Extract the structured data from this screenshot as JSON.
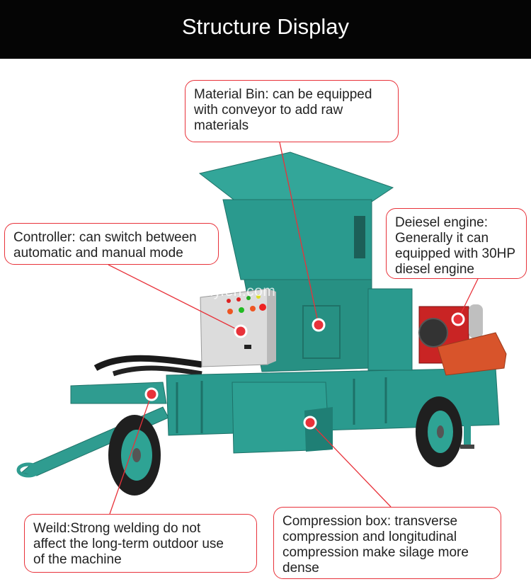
{
  "banner": {
    "title": "Structure Display"
  },
  "watermark": "shuliy.en.com",
  "callouts": {
    "material_bin": [
      "Material Bin: can be equipped",
      "with conveyor to add raw",
      "materials"
    ],
    "controller": [
      "Controller: can switch between",
      "automatic and manual mode"
    ],
    "engine": [
      "Deiesel engine:",
      "Generally it can",
      "equipped with 30HP",
      "diesel engine"
    ],
    "weld": [
      "Weild:Strong welding do not",
      "affect the long-term outdoor use",
      "of the machine"
    ],
    "compression": [
      "Compression box: transverse",
      "compression and longitudinal",
      "compression make silage more",
      "dense"
    ]
  },
  "colors": {
    "banner": "#050505",
    "machine": "#2a9a8e",
    "accent": "#e8323a",
    "engine": "#d42a2a"
  }
}
